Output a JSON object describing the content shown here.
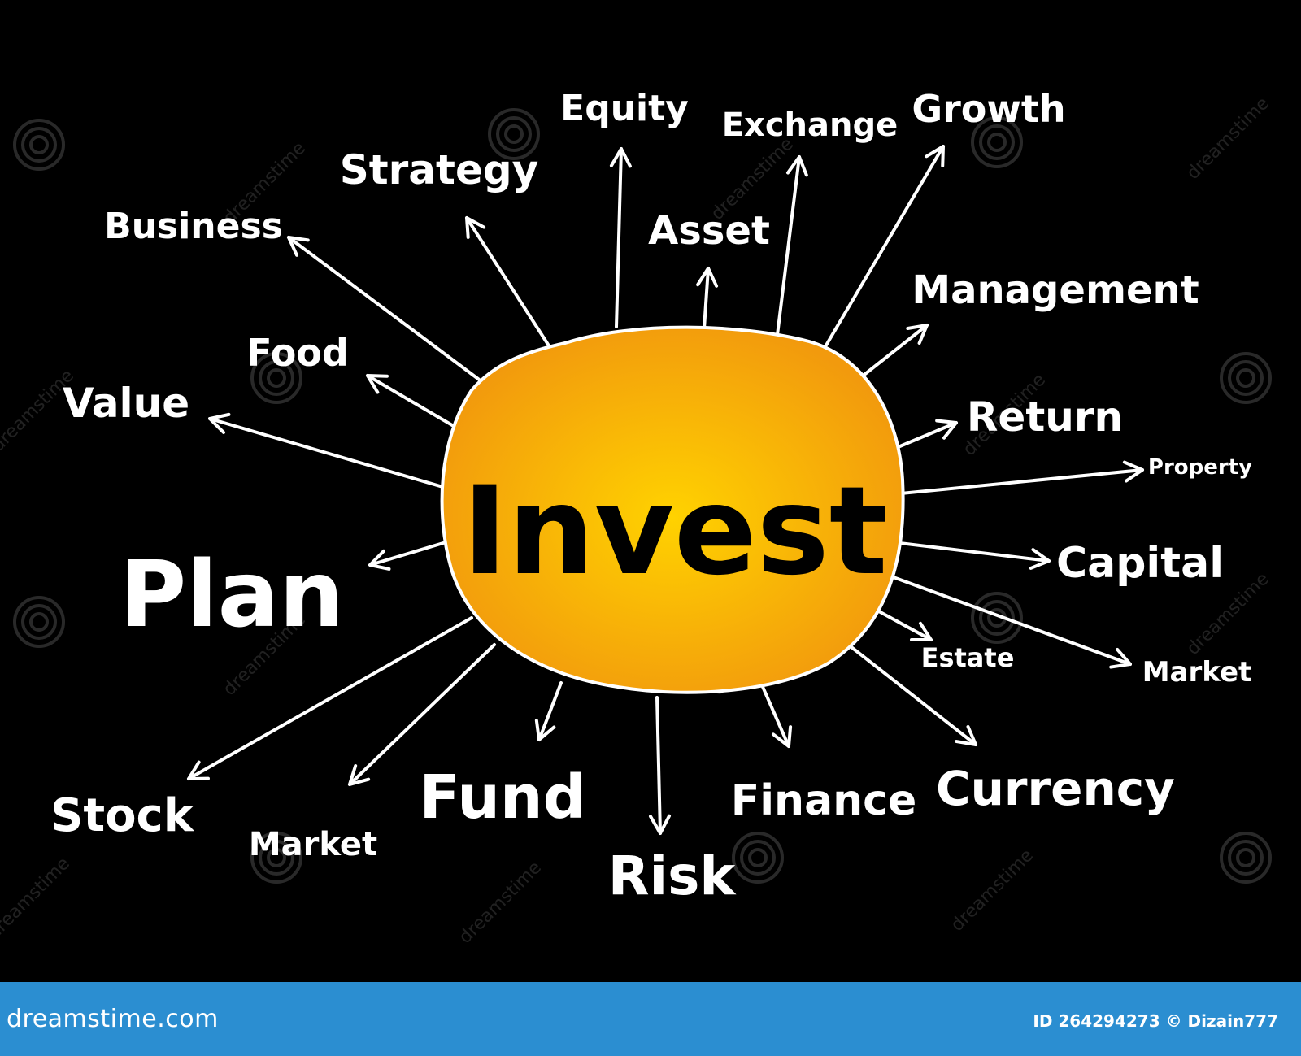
{
  "center": {
    "label": "Invest",
    "colors": {
      "inner": "#ffd200",
      "outer": "#f29a0d",
      "stroke": "#ffffff"
    }
  },
  "nodes": [
    {
      "id": "equity",
      "label": "Equity"
    },
    {
      "id": "exchange",
      "label": "Exchange"
    },
    {
      "id": "growth",
      "label": "Growth"
    },
    {
      "id": "strategy",
      "label": "Strategy"
    },
    {
      "id": "business",
      "label": "Business"
    },
    {
      "id": "asset",
      "label": "Asset"
    },
    {
      "id": "management",
      "label": "Management"
    },
    {
      "id": "food",
      "label": "Food"
    },
    {
      "id": "value",
      "label": "Value"
    },
    {
      "id": "return",
      "label": "Return"
    },
    {
      "id": "property",
      "label": "Property"
    },
    {
      "id": "plan",
      "label": "Plan"
    },
    {
      "id": "capital",
      "label": "Capital"
    },
    {
      "id": "estate",
      "label": "Estate"
    },
    {
      "id": "market-right",
      "label": "Market"
    },
    {
      "id": "stock",
      "label": "Stock"
    },
    {
      "id": "market-left",
      "label": "Market"
    },
    {
      "id": "fund",
      "label": "Fund"
    },
    {
      "id": "finance",
      "label": "Finance"
    },
    {
      "id": "currency",
      "label": "Currency"
    },
    {
      "id": "risk",
      "label": "Risk"
    }
  ],
  "watermark": {
    "text": "dreamstime"
  },
  "footer": {
    "brand": "dreamstime.com",
    "id_text": "ID 264294273 © Dizain777",
    "color": "#2b8ed1"
  }
}
